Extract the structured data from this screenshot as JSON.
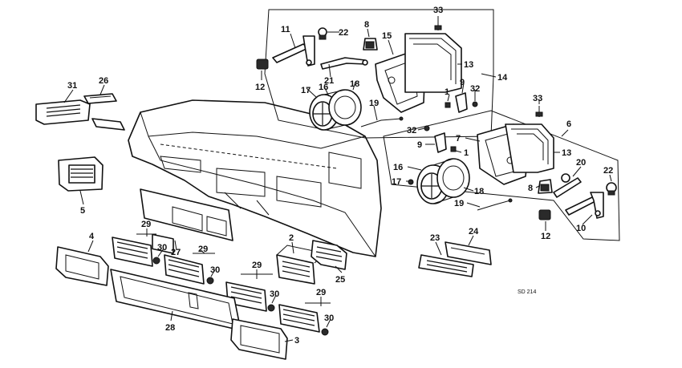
{
  "diagram": {
    "drawing_code": "SD 214",
    "callouts": {
      "c1a": "1",
      "c1b": "1",
      "c2": "2",
      "c3": "3",
      "c4": "4",
      "c5": "5",
      "c6": "6",
      "c7": "7",
      "c8a": "8",
      "c8b": "8",
      "c9a": "9",
      "c9b": "9",
      "c10": "10",
      "c11": "11",
      "c12a": "12",
      "c12b": "12",
      "c13a": "13",
      "c13b": "13",
      "c14": "14",
      "c15": "15",
      "c16a": "16",
      "c16b": "16",
      "c17a": "17",
      "c17b": "17",
      "c18a": "18",
      "c18b": "18",
      "c19a": "19",
      "c19b": "19",
      "c20": "20",
      "c21": "21",
      "c22a": "22",
      "c22b": "22",
      "c23": "23",
      "c24": "24",
      "c25": "25",
      "c26": "26",
      "c27": "27",
      "c28": "28",
      "c29a": "29",
      "c29b": "29",
      "c29c": "29",
      "c29d": "29",
      "c30a": "30",
      "c30b": "30",
      "c30c": "30",
      "c30d": "30",
      "c31": "31",
      "c32a": "32",
      "c32b": "32",
      "c33a": "33",
      "c33b": "33"
    }
  }
}
